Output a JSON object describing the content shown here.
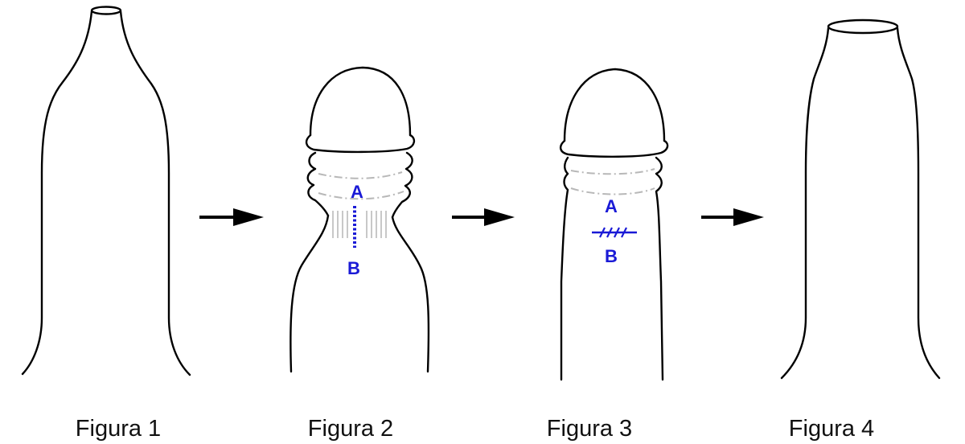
{
  "colors": {
    "outline": "#000000",
    "annotation": "#1a1ad6",
    "hatch": "#c8c8c8",
    "folds": "#b8b8b8"
  },
  "figures": [
    {
      "caption": "Figura 1"
    },
    {
      "caption": "Figura 2",
      "label_top": "A",
      "label_bottom": "B"
    },
    {
      "caption": "Figura 3",
      "label_top": "A",
      "label_bottom": "B"
    },
    {
      "caption": "Figura 4"
    }
  ],
  "arrows": [
    {
      "icon": "arrow-right-icon"
    },
    {
      "icon": "arrow-right-icon"
    },
    {
      "icon": "arrow-right-icon"
    }
  ]
}
